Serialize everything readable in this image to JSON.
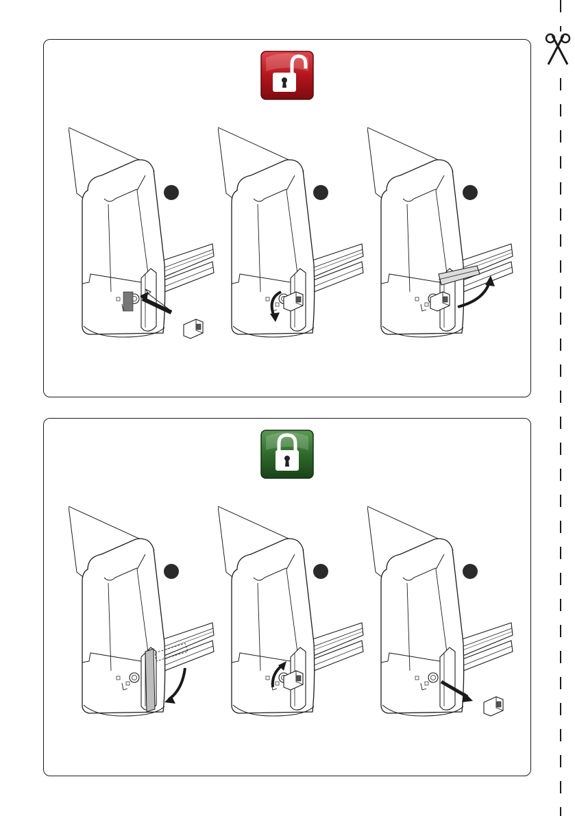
{
  "colors": {
    "unlock_badge": "#b3151c",
    "lock_badge": "#2f6a2c",
    "line": "#1a1a1a",
    "step_marker": "#2a2a2a"
  },
  "icons": {
    "unlock": "unlocked-padlock-icon",
    "lock": "locked-padlock-icon",
    "cut": "scissors-icon"
  },
  "panels": [
    {
      "name": "unlock",
      "steps": [
        {
          "action": "insert-key"
        },
        {
          "action": "turn-key"
        },
        {
          "action": "pull-release-lever"
        }
      ]
    },
    {
      "name": "lock",
      "steps": [
        {
          "action": "lower-release-lever"
        },
        {
          "action": "turn-key-back"
        },
        {
          "action": "remove-key"
        }
      ]
    }
  ]
}
